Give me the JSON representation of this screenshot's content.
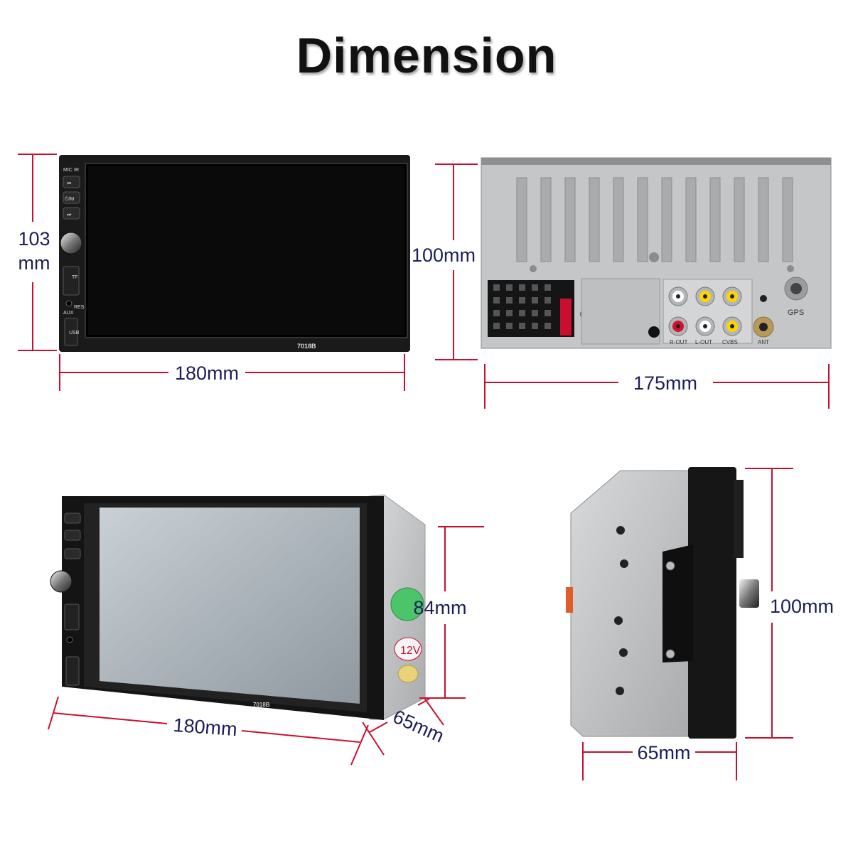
{
  "title": "Dimension",
  "colors": {
    "dimension_line": "#c8102e",
    "label_text": "#1d1d5a",
    "device_black": "#151515",
    "chassis_grey": "#c4c6c8"
  },
  "front_view": {
    "height_label_line1": "103",
    "height_label_line2": "mm",
    "width_label": "180mm",
    "model": "7018B",
    "buttons": [
      "MIC",
      "IR",
      "⏮",
      "⏻/M",
      "⏭",
      "TF",
      "AUX",
      "RES",
      "USB"
    ]
  },
  "rear_view": {
    "height_label": "100mm",
    "width_label": "175mm",
    "port_labels": [
      "GPS",
      "R-OUT",
      "L-OUT",
      "CVBS",
      "ANT"
    ]
  },
  "angle_view": {
    "height_label": "84mm",
    "width_label": "180mm",
    "depth_label": "65mm",
    "sticker": "12V",
    "model": "7018B"
  },
  "side_view": {
    "height_label": "100mm",
    "depth_label": "65mm"
  }
}
